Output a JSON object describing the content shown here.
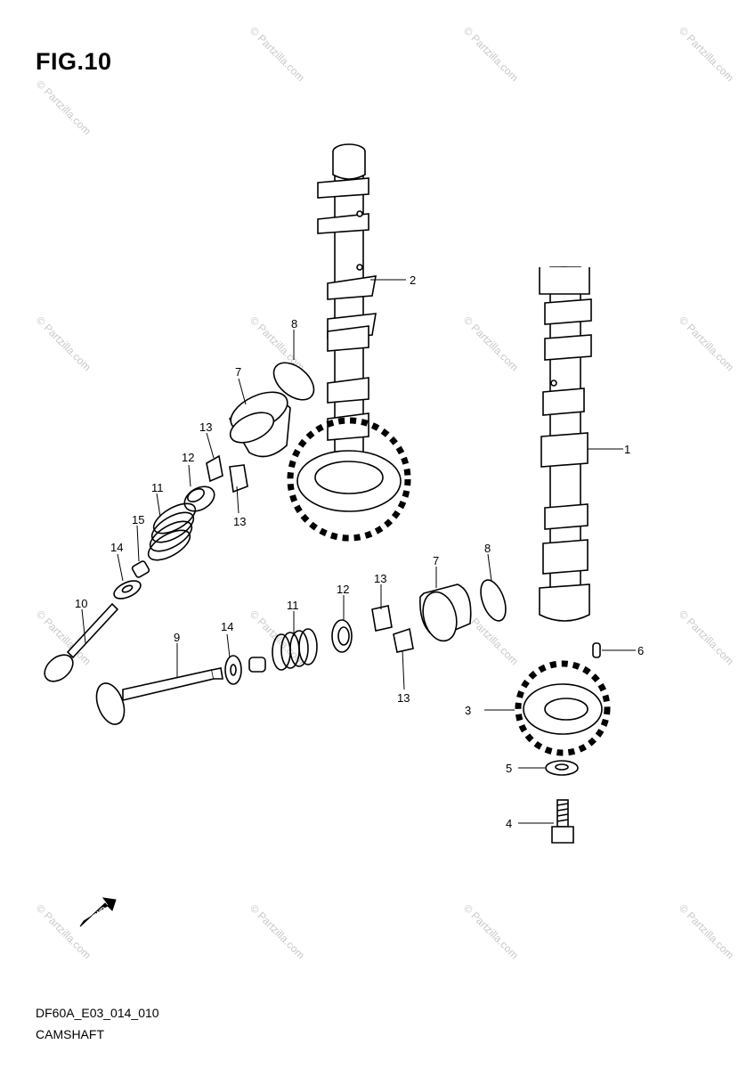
{
  "figure": {
    "title": "FIG.10"
  },
  "footer": {
    "code": "DF60A_E03_014_010",
    "name": "CAMSHAFT"
  },
  "watermark": {
    "text": "© Partzilla.com"
  },
  "fwd_badge": {
    "text": "FWD"
  },
  "callouts": {
    "c1": "1",
    "c2": "2",
    "c3": "3",
    "c4": "4",
    "c5": "5",
    "c6": "6",
    "c7a": "7",
    "c7b": "7",
    "c8a": "8",
    "c8b": "8",
    "c9": "9",
    "c10": "10",
    "c11a": "11",
    "c11b": "11",
    "c12a": "12",
    "c12b": "12",
    "c13a": "13",
    "c13b": "13",
    "c13c": "13",
    "c13d": "13",
    "c14a": "14",
    "c14b": "14",
    "c15": "15"
  }
}
